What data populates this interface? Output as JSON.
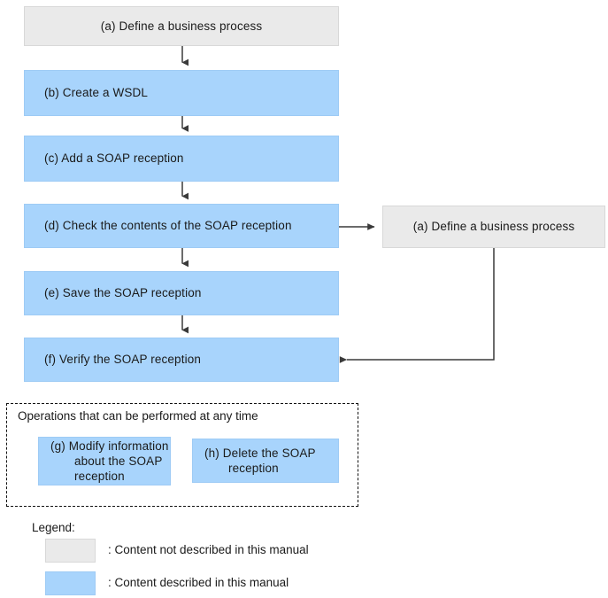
{
  "diagram": {
    "title_visible": false,
    "colors": {
      "described": "#a8d4fc",
      "not_described": "#eaeaea",
      "arrow": "#3a3a3a",
      "dashed_border": "#111111"
    },
    "flow_nodes": [
      {
        "id": "a",
        "label": "(a) Define a business process",
        "style": "not_described"
      },
      {
        "id": "b",
        "label": "(b) Create a WSDL",
        "style": "described"
      },
      {
        "id": "c",
        "label": "(c) Add a SOAP reception",
        "style": "described"
      },
      {
        "id": "d",
        "label": "(d) Check the contents of the SOAP reception",
        "style": "described"
      },
      {
        "id": "a2",
        "label": "(a) Define a business process",
        "style": "not_described"
      },
      {
        "id": "e",
        "label": "(e) Save the SOAP reception",
        "style": "described"
      },
      {
        "id": "f",
        "label": "(f) Verify the SOAP reception",
        "style": "described"
      }
    ],
    "anytime_group": {
      "caption": "Operations that can be performed at any time",
      "nodes": [
        {
          "id": "g",
          "label": "(g) Modify information about the SOAP reception",
          "style": "described"
        },
        {
          "id": "h",
          "label": "(h) Delete the SOAP reception",
          "style": "described"
        }
      ]
    },
    "legend": {
      "title": "Legend:",
      "entries": [
        {
          "swatch": "not_described",
          "text": ": Content not described in this manual"
        },
        {
          "swatch": "described",
          "text": ": Content described in this manual"
        }
      ]
    }
  }
}
